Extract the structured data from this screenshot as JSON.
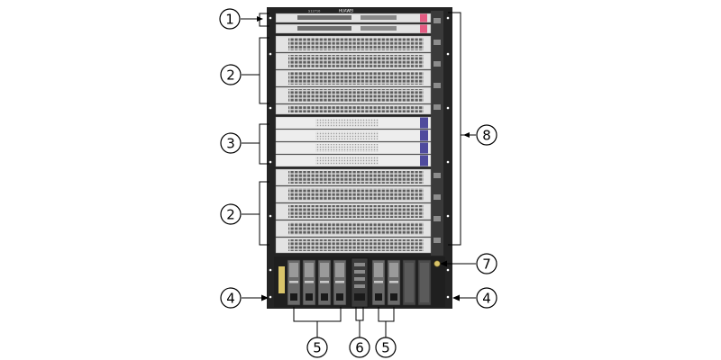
{
  "callouts": [
    {
      "id": "c1a",
      "label": "1"
    },
    {
      "id": "c2a",
      "label": "2"
    },
    {
      "id": "c3",
      "label": "3"
    },
    {
      "id": "c2b",
      "label": "2"
    },
    {
      "id": "c4l",
      "label": "4"
    },
    {
      "id": "c4r",
      "label": "4"
    },
    {
      "id": "c5l",
      "label": "5"
    },
    {
      "id": "c6",
      "label": "6"
    },
    {
      "id": "c5r",
      "label": "5"
    },
    {
      "id": "c7",
      "label": "7"
    },
    {
      "id": "c8",
      "label": "8"
    }
  ],
  "chassis": {
    "brand": "HUAWEI",
    "model": "S12710"
  },
  "colors": {
    "frame": "#242424",
    "card": "#e3e3e3",
    "port": "#5d5d5d",
    "psu": "#6a6a6a",
    "accent_pink": "#e45b82",
    "accent_blue": "#4f4b9d",
    "badge_yellow": "#d9c46a"
  }
}
